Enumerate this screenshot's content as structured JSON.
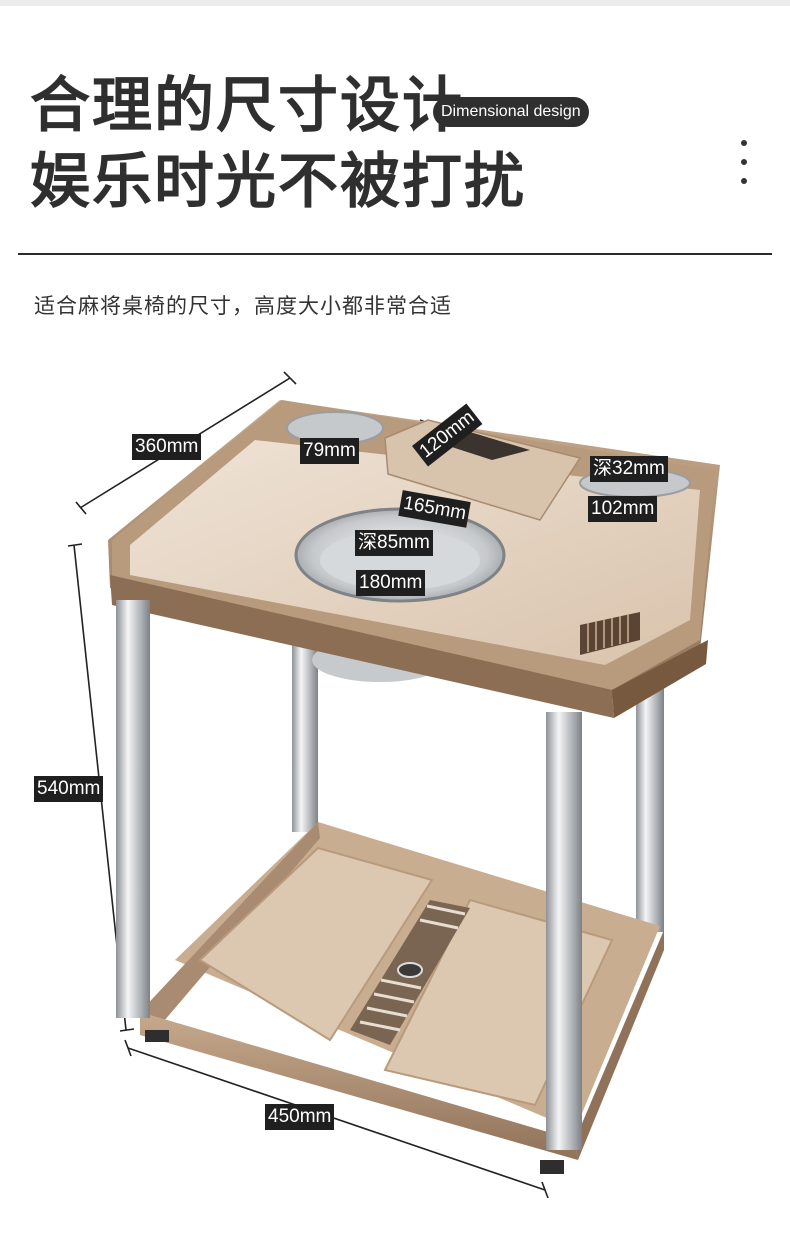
{
  "header": {
    "title_line1": "合理的尺寸设计",
    "title_line2": "娱乐时光不被打扰",
    "english_badge": "Dimensional design",
    "menu_icon": "more-vertical-icon"
  },
  "subtitle": "适合麻将桌椅的尺寸，高度大小都非常合适",
  "dimensions": {
    "width_depth": "360mm",
    "cup_hole": "79mm",
    "slot_depth": "120mm",
    "tray_length": "165mm",
    "tray_depth_label": "深32mm",
    "tray_width": "102mm",
    "bowl_depth_label": "深85mm",
    "bowl_diameter": "180mm",
    "height": "540mm",
    "length": "450mm"
  },
  "colors": {
    "frame": "#b89a7c",
    "frame_dark": "#8f7259",
    "tray": "#e6d4c1",
    "steel": "#c9ccd0"
  }
}
